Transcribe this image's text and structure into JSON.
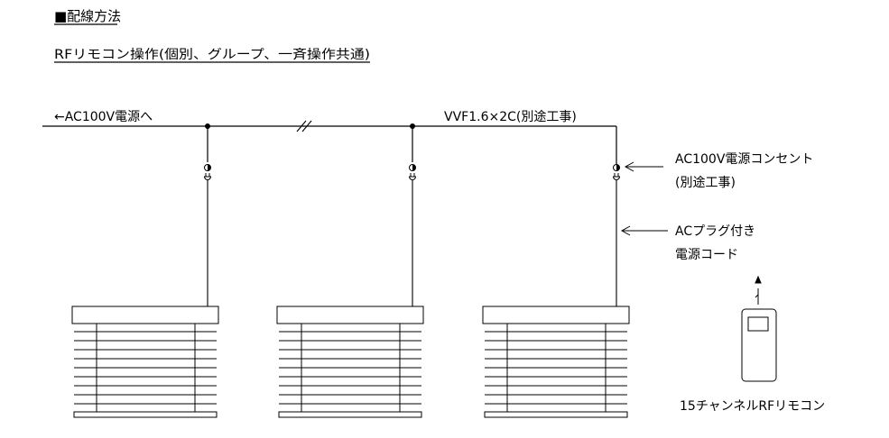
{
  "header": {
    "section_title": "■配線方法",
    "subtitle": "RFリモコン操作(個別、グループ、一斉操作共通)"
  },
  "diagram": {
    "power_source_label": "←AC100V電源へ",
    "cable_label": "VVF1.6×2C(別途工事)",
    "outlet_label_line1": "AC100V電源コンセント",
    "outlet_label_line2": "(別途工事)",
    "cord_label_line1": "ACプラグ付き",
    "cord_label_line2": "電源コード",
    "remote_label": "15チャンネルRFリモコン",
    "blind_units": [
      {
        "id": "blind-1"
      },
      {
        "id": "blind-2"
      },
      {
        "id": "blind-3"
      }
    ]
  }
}
